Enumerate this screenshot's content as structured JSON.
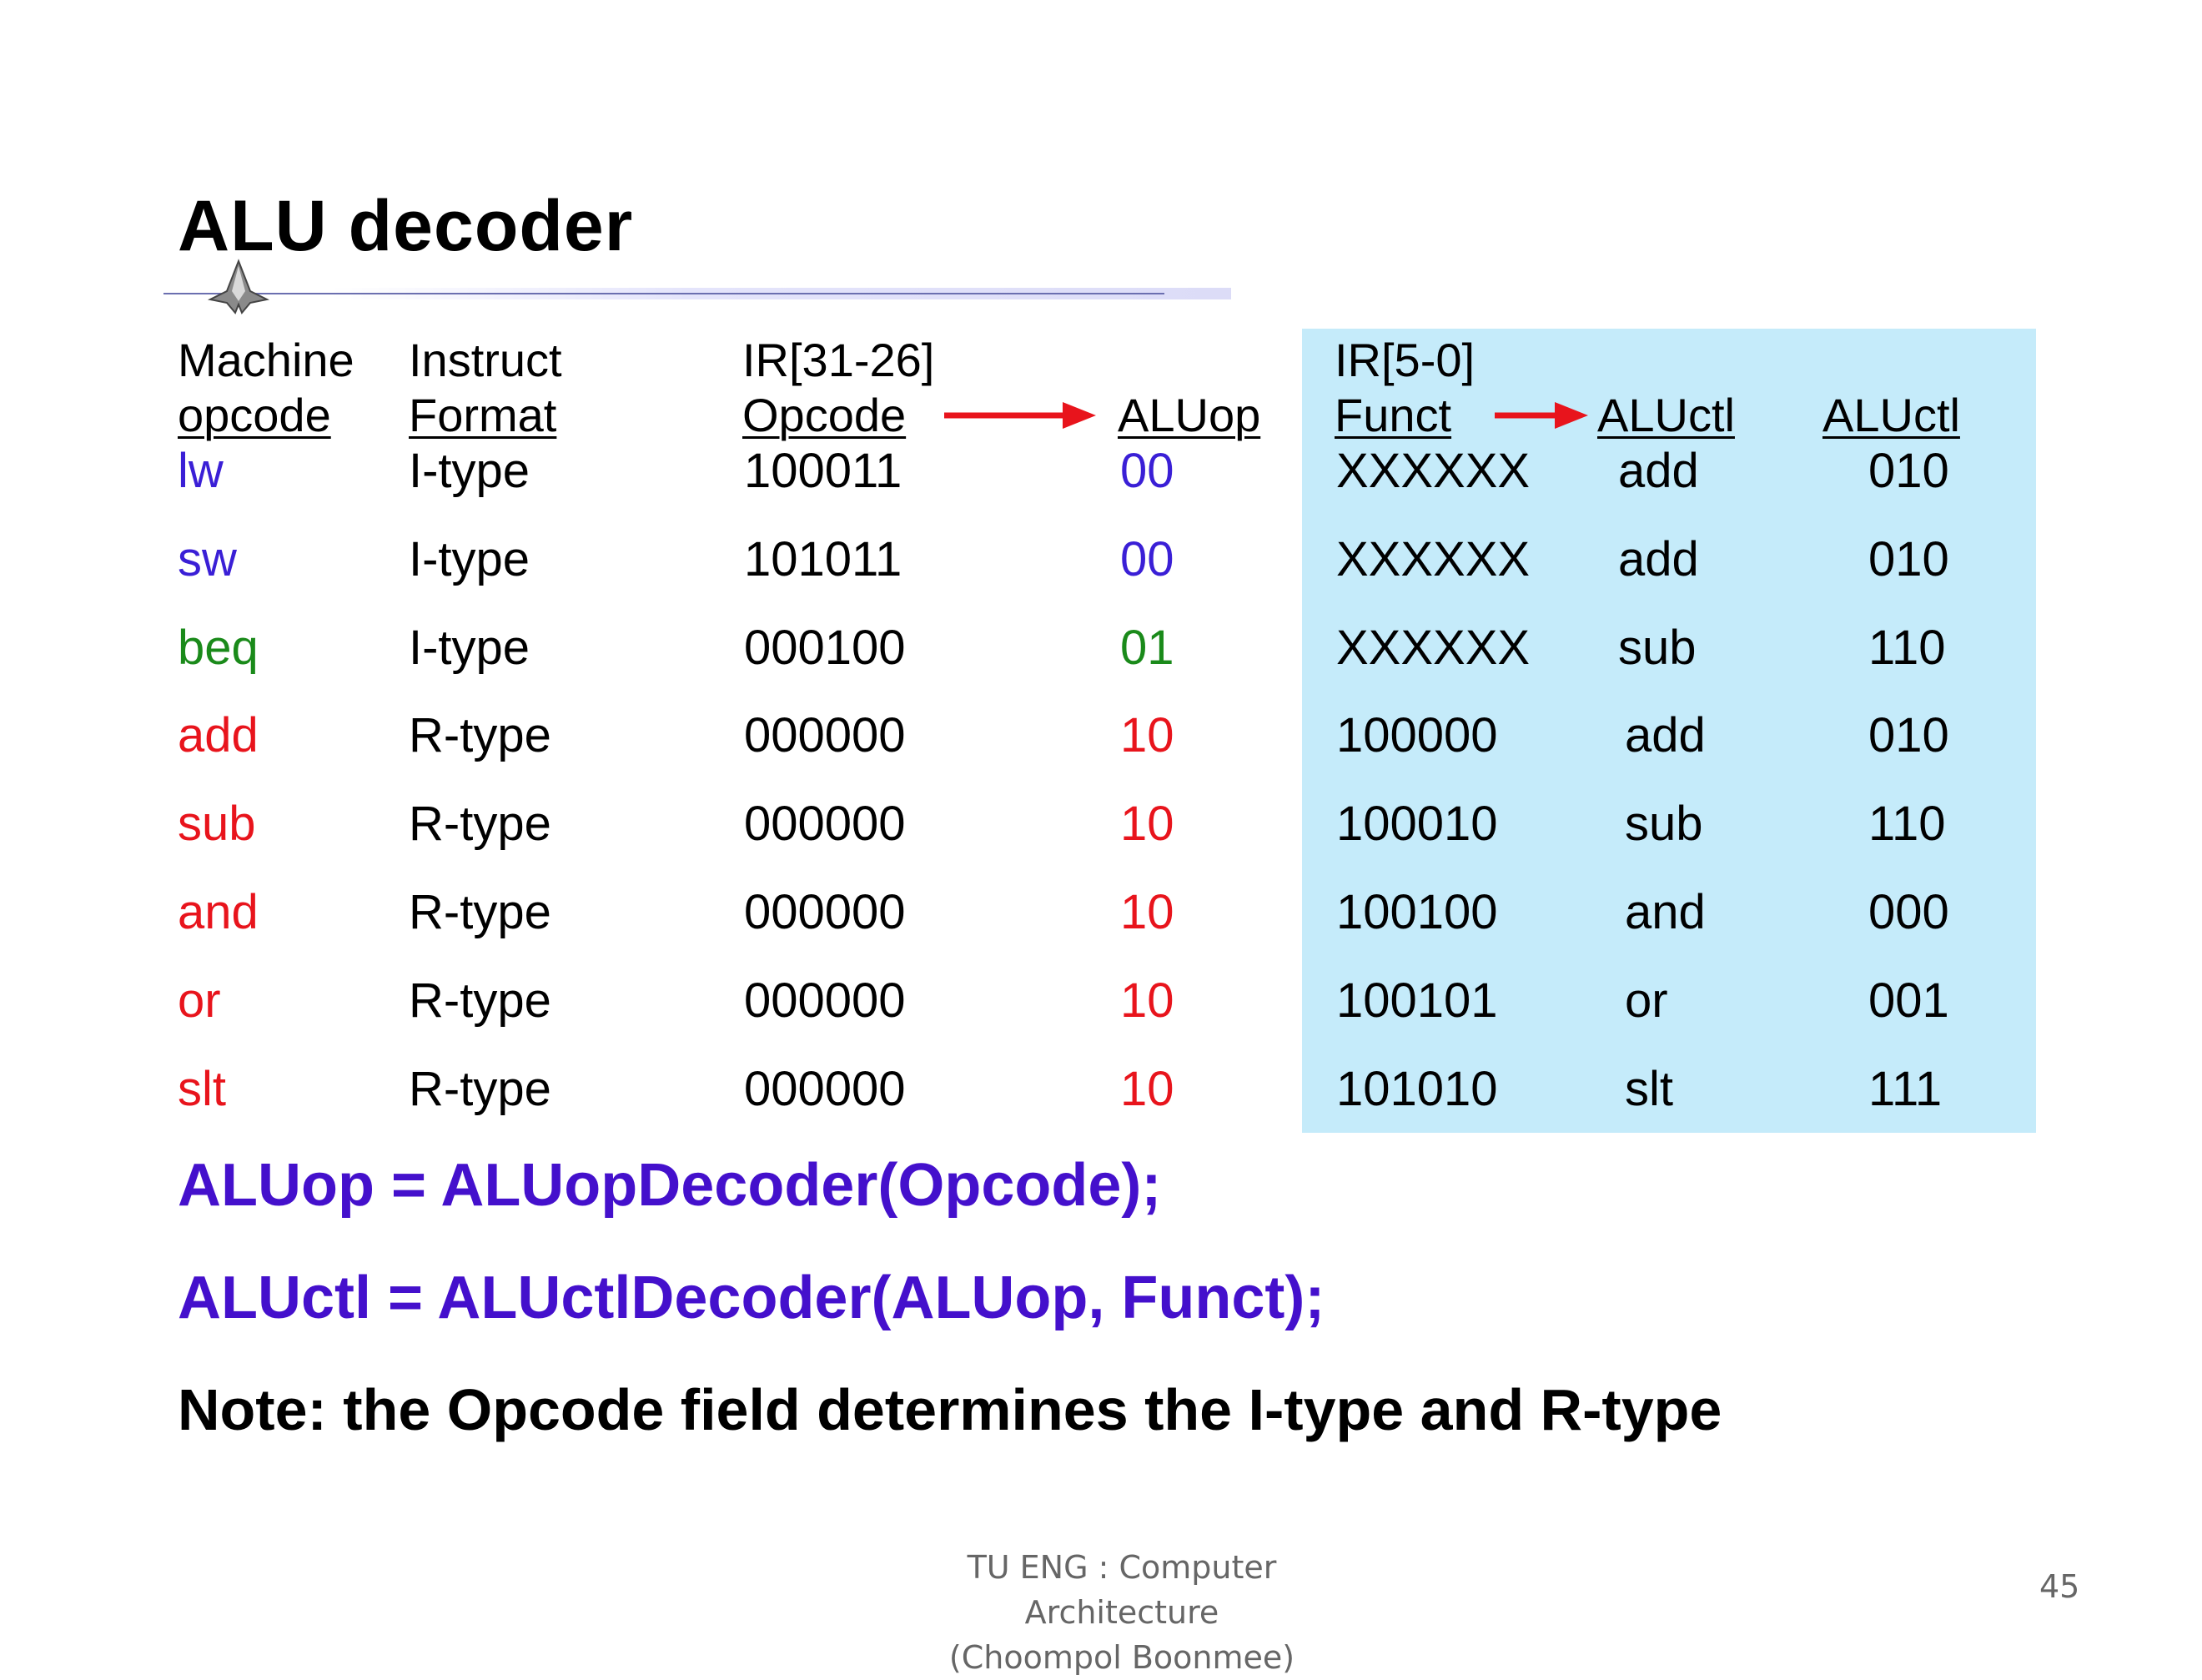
{
  "title": "ALU decoder",
  "headers": {
    "machine_line1": "Machine",
    "machine_line2": "opcode",
    "format_line1": "Instruct",
    "format_line2": "Format",
    "opcode_line1": "IR[31-26]",
    "opcode_line2": "Opcode",
    "aluop": "ALUop",
    "funct_line1": "IR[5-0]",
    "funct_line2": "Funct",
    "aluctl_name": "ALUctl",
    "aluctl_code": "ALUctl"
  },
  "rows": [
    {
      "op": "lw",
      "format": "I-type",
      "opcode": "100011",
      "aluop": "00",
      "funct": "XXXXXX",
      "aluctl_name": "add",
      "aluctl_code": "010"
    },
    {
      "op": "sw",
      "format": "I-type",
      "opcode": "101011",
      "aluop": "00",
      "funct": "XXXXXX",
      "aluctl_name": "add",
      "aluctl_code": "010"
    },
    {
      "op": "beq",
      "format": "I-type",
      "opcode": "000100",
      "aluop": "01",
      "funct": "XXXXXX",
      "aluctl_name": "sub",
      "aluctl_code": "110"
    },
    {
      "op": "add",
      "format": "R-type",
      "opcode": "000000",
      "aluop": "10",
      "funct": "100000",
      "aluctl_name": "add",
      "aluctl_code": "010"
    },
    {
      "op": "sub",
      "format": "R-type",
      "opcode": "000000",
      "aluop": "10",
      "funct": "100010",
      "aluctl_name": "sub",
      "aluctl_code": "110"
    },
    {
      "op": "and",
      "format": "R-type",
      "opcode": "000000",
      "aluop": "10",
      "funct": "100100",
      "aluctl_name": "and",
      "aluctl_code": "000"
    },
    {
      "op": "or",
      "format": "R-type",
      "opcode": "000000",
      "aluop": "10",
      "funct": "100101",
      "aluctl_name": "or",
      "aluctl_code": "001"
    },
    {
      "op": "slt",
      "format": "R-type",
      "opcode": "000000",
      "aluop": "10",
      "funct": "101010",
      "aluctl_name": "slt",
      "aluctl_code": "111"
    }
  ],
  "colors": {
    "lw": "#3a1fd6",
    "sw": "#3a1fd6",
    "beq": "#1a8a1a",
    "rtype": "#e8141c",
    "formula": "#4410cc",
    "arrow": "#e8141c",
    "blue_box": "#c5ebfa"
  },
  "formula1": "ALUop = ALUopDecoder(Opcode);",
  "formula2": "ALUctl = ALUctlDecoder(ALUop, Funct);",
  "note": "Note: the Opcode field determines the I-type and R-type",
  "footer": {
    "line1": "TU ENG : Computer Architecture",
    "line2": "(Choompol Boonmee)",
    "page": "45"
  }
}
